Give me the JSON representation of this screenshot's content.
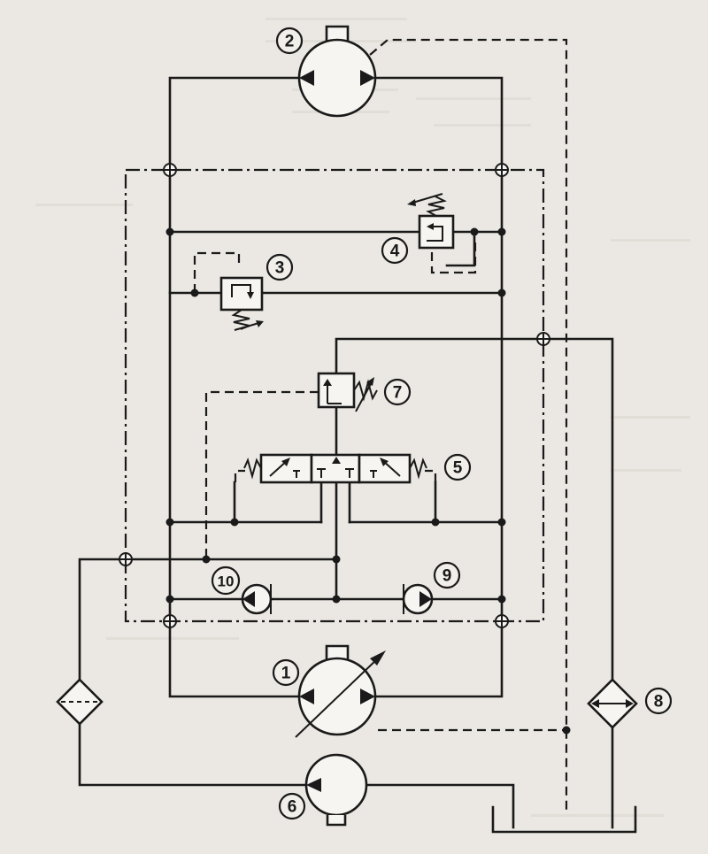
{
  "labels": {
    "pump": "1",
    "motor": "2",
    "relief_valve_left": "3",
    "relief_valve_right": "4",
    "directional_valve": "5",
    "charge_pump": "6",
    "pressure_valve": "7",
    "cooler": "8",
    "check_valve_right": "9",
    "check_valve_left": "10"
  },
  "colors": {
    "background": "#ebe8e3",
    "ink": "#1a1a1a"
  }
}
